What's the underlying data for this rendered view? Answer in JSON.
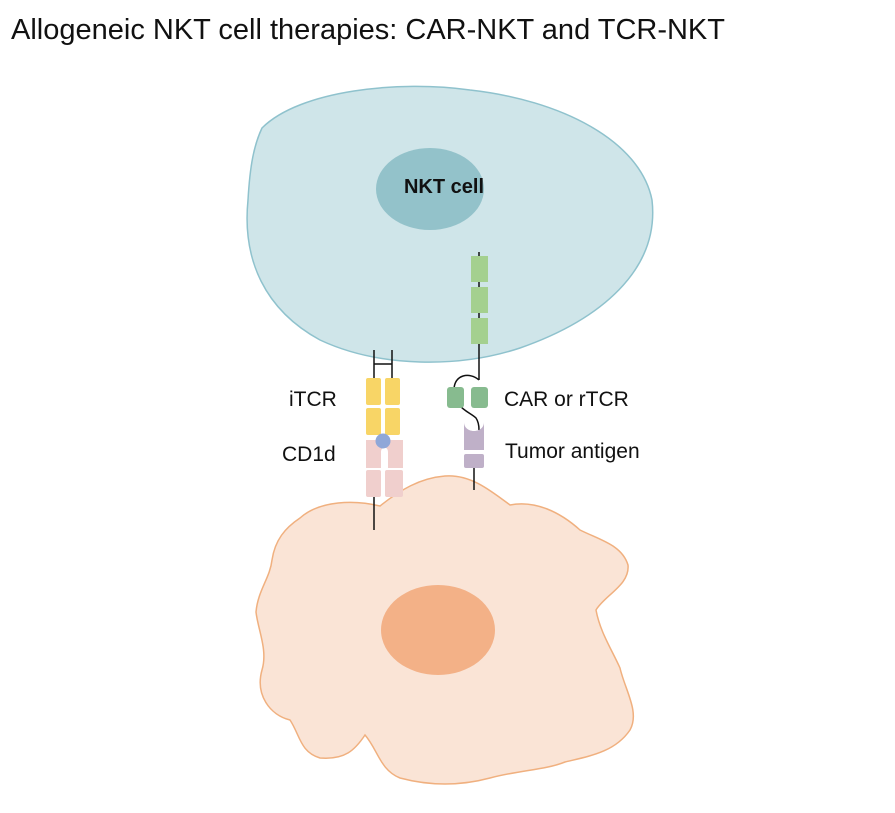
{
  "title": "Allogeneic NKT cell therapies: CAR-NKT and TCR-NKT",
  "nkt_cell_label": "NKT cell",
  "labels": {
    "itcr": "iTCR",
    "cd1d": "CD1d",
    "car": "CAR or rTCR",
    "tumor_antigen": "Tumor antigen"
  },
  "colors": {
    "nkt_cell": "#cfe5e9",
    "nkt_nucleus": "#93c2ca",
    "tumor_cell": "#fae4d6",
    "tumor_nucleus": "#f3b187",
    "itcr": "#f8d566",
    "cd1d": "#f0cfcd",
    "lipid_antigen": "#8fa7d8",
    "car": "#a4d08f",
    "car_ext": "#87bb8f",
    "tumor_antigen": "#bfb0c8"
  }
}
